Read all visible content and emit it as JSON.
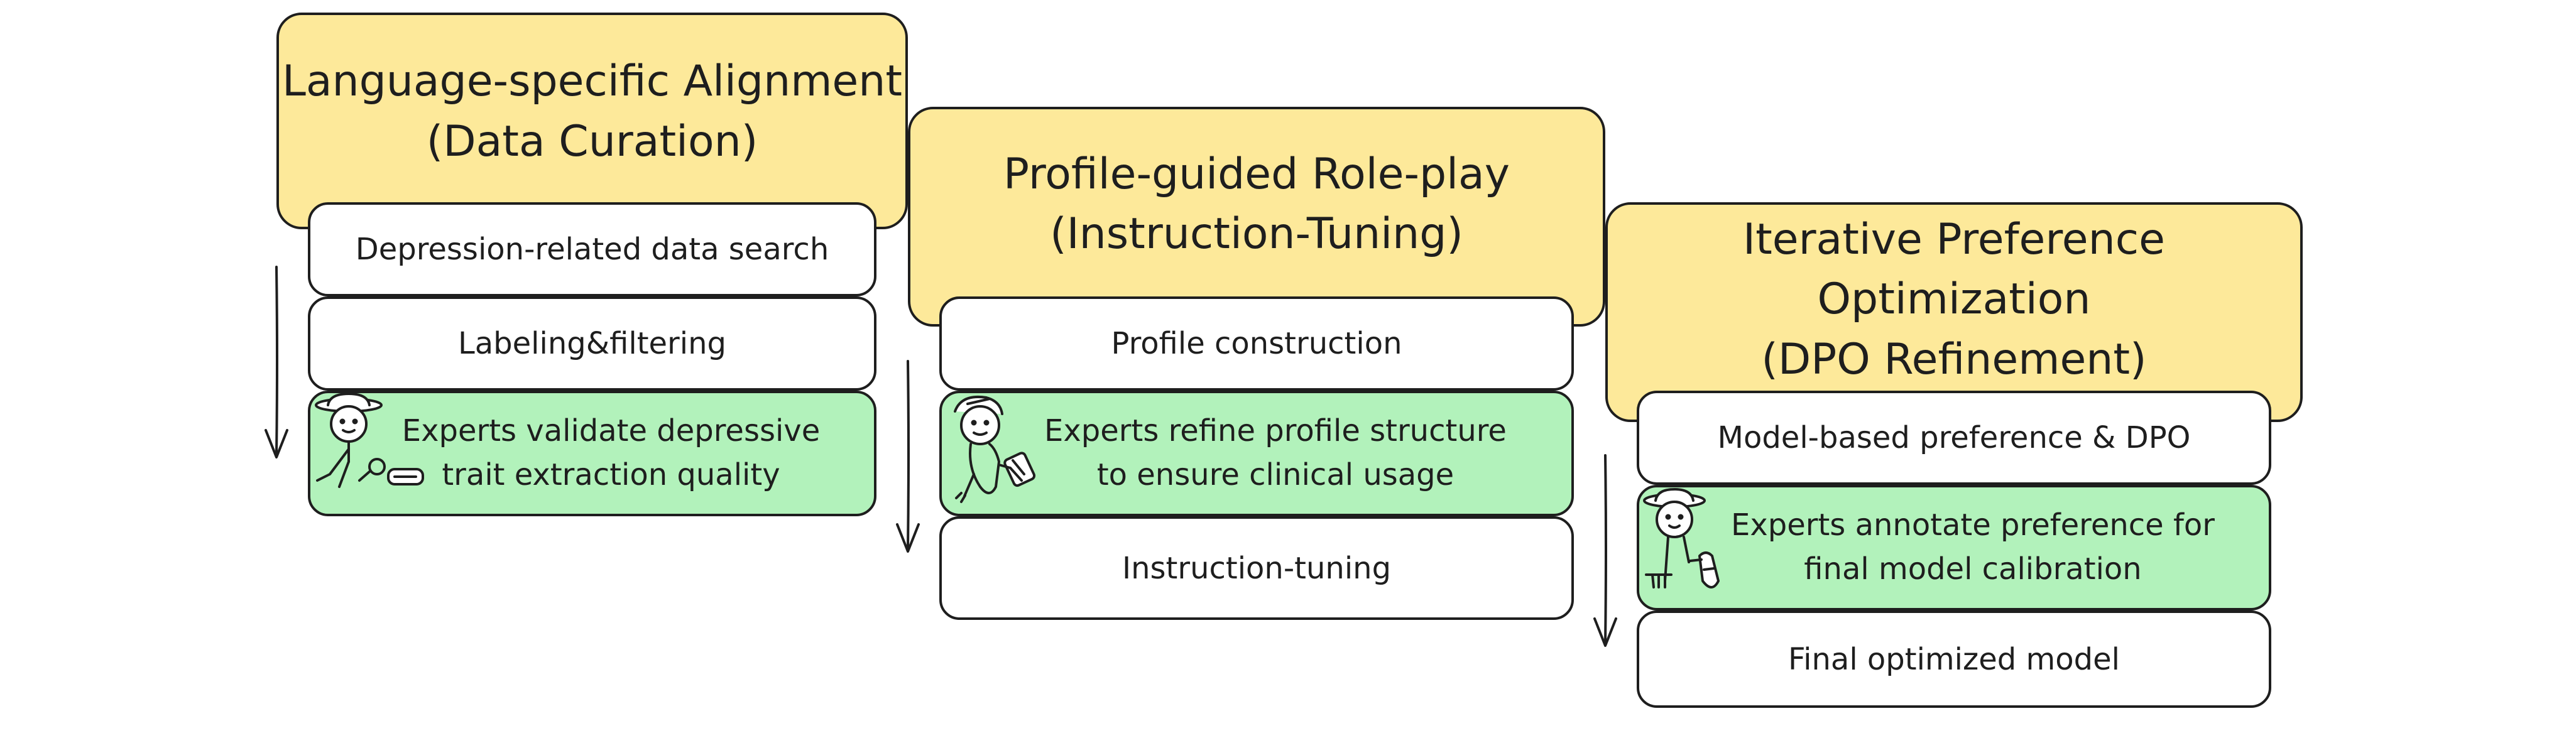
{
  "columns": [
    {
      "title_line1": "Language-specific Alignment",
      "title_line2": "(Data Curation)",
      "steps": [
        {
          "text": "Depression-related data search"
        },
        {
          "text": "Labeling&filtering"
        },
        {
          "line1": "Experts validate depressive",
          "line2": "trait extraction quality"
        }
      ]
    },
    {
      "title_line1": "Profile-guided Role-play",
      "title_line2": "(Instruction-Tuning)",
      "steps": [
        {
          "text": "Profile construction"
        },
        {
          "line1": "Experts refine profile structure",
          "line2": "to ensure clinical usage"
        },
        {
          "text": "Instruction-tuning"
        }
      ]
    },
    {
      "title_line1": "Iterative Preference Optimization",
      "title_line2": "(DPO Refinement)",
      "steps": [
        {
          "text": "Model-based preference & DPO"
        },
        {
          "line1": "Experts annotate preference for",
          "line2": "final model calibration"
        },
        {
          "text": "Final optimized model"
        }
      ]
    }
  ],
  "colors": {
    "header_fill": "#fde99a",
    "expert_fill": "#b2f2bb",
    "step_fill": "#ffffff",
    "stroke": "#1e1e1e"
  },
  "icons": [
    "expert-figure-icon",
    "arrow-down-icon"
  ]
}
